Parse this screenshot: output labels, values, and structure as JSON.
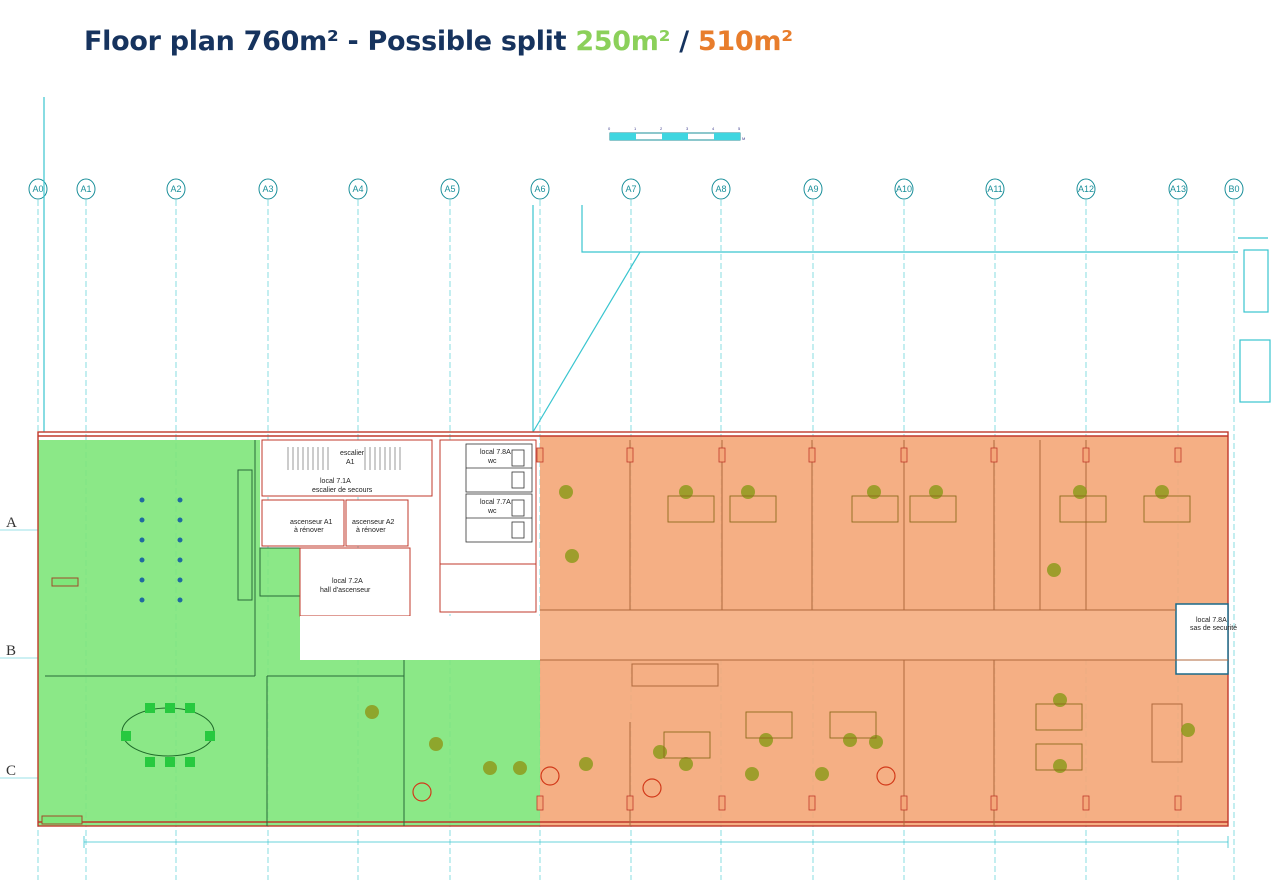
{
  "title": {
    "main": "Floor plan 760m² - Possible split ",
    "green_area": "250m²",
    "separator": " / ",
    "orange_area": "510m²"
  },
  "colors": {
    "title": "#16335e",
    "green_zone": "#7ee67a",
    "orange_zone": "#f4a87a",
    "grid_line": "#39c5cf",
    "wall_red": "#c0392b"
  },
  "column_axes": [
    "A0",
    "A1",
    "A2",
    "A3",
    "A4",
    "A5",
    "A6",
    "A7",
    "A8",
    "A9",
    "A10",
    "A11",
    "A12",
    "A13",
    "B0"
  ],
  "row_axes": [
    "A",
    "B",
    "C"
  ],
  "scale_bar": [
    "0",
    "1",
    "2",
    "3",
    "4",
    "5"
  ],
  "scale_unit": "M",
  "rooms": {
    "stair_name": "escalier",
    "stair_id": "A1",
    "stair_local": "local 7.1A",
    "stair_desc": "escalier de secours",
    "lift1_name": "ascenseur A1",
    "lift1_desc": "à rénover",
    "lift2_name": "ascenseur A2",
    "lift2_desc": "à rénover",
    "hall_local": "local 7.2A",
    "hall_desc": "hall d'ascenseur",
    "wc1_local": "local 7.8A",
    "wc1_desc": "wc",
    "wc2_local": "local 7.7A",
    "wc2_desc": "wc",
    "sec_local": "local 7.8A",
    "sec_desc": "sas de securité"
  }
}
